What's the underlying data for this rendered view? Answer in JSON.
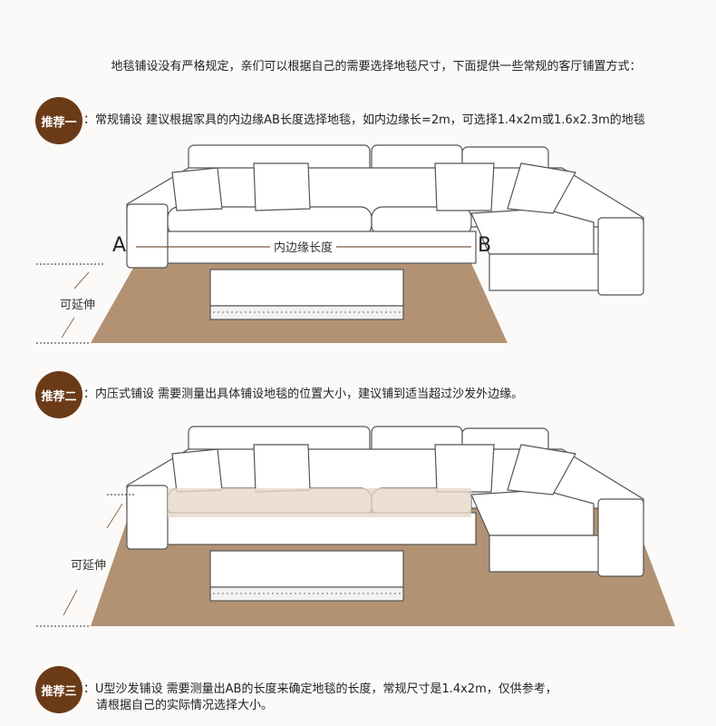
{
  "intro": "地毯铺设没有严格规定，亲们可以根据自己的需要选择地毯尺寸，下面提供一些常规的客厅铺置方式：",
  "sections": [
    {
      "badge": "推荐一",
      "text": "：常规铺设  建议根据家具的内边缘AB长度选择地毯，如内边缘长=2m，可选择1.4x2m或1.6x2.3m的地毯",
      "label_a": "A",
      "label_b": "B",
      "inner_edge": "内边缘长度",
      "extend": "可延伸"
    },
    {
      "badge": "推荐二",
      "text": "：内压式铺设  需要测量出具体铺设地毯的位置大小，建议铺到适当超过沙发外边缘。",
      "extend": "可延伸"
    },
    {
      "badge": "推荐三",
      "text": "：U型沙发铺设  需要测量出AB的长度来确定地毯的长度，常规尺寸是1.4x2m，仅供参考，",
      "text2": "请根据自己的实际情况选择大小。"
    }
  ],
  "colors": {
    "badge": "#6b3a17",
    "rug": "#b29273",
    "rug_light": "#e6d8c8"
  }
}
